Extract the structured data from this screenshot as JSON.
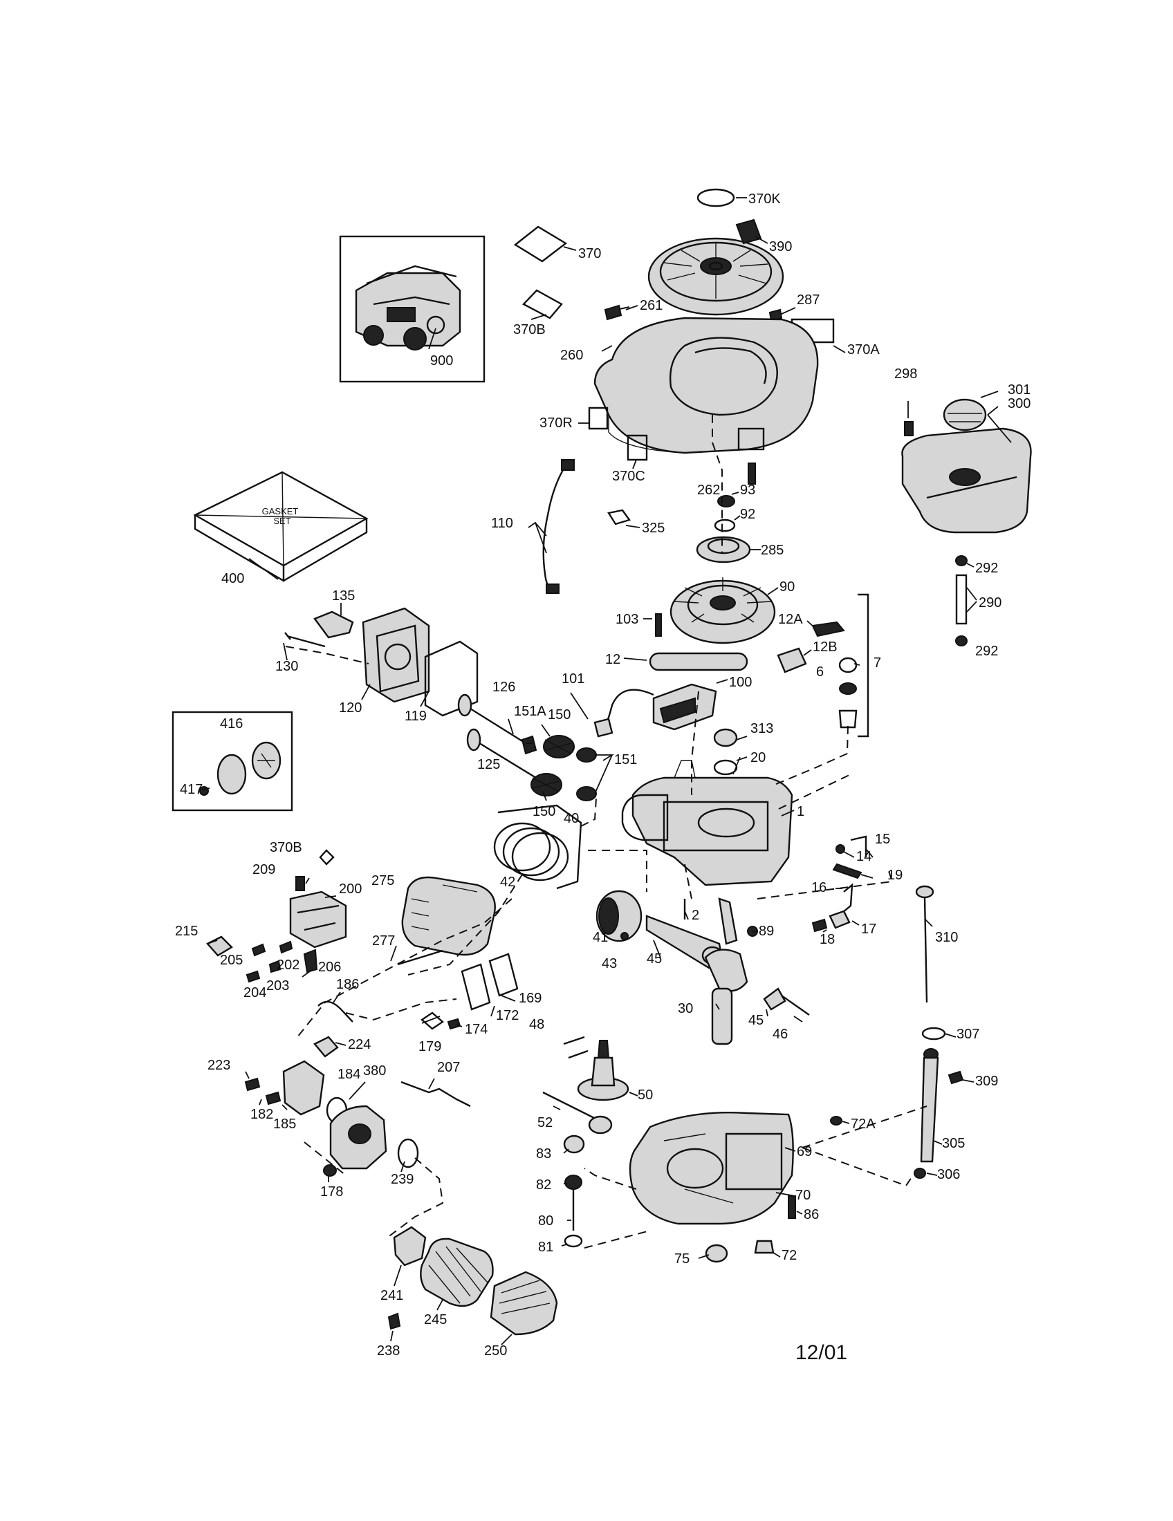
{
  "date_code": "12/01",
  "gasket_set_text": [
    "GASKET",
    "SET"
  ],
  "parts": [
    {
      "label": "370K"
    },
    {
      "label": "370"
    },
    {
      "label": "390"
    },
    {
      "label": "370B"
    },
    {
      "label": "261"
    },
    {
      "label": "287"
    },
    {
      "label": "900"
    },
    {
      "label": "260"
    },
    {
      "label": "370A"
    },
    {
      "label": "298"
    },
    {
      "label": "301"
    },
    {
      "label": "300"
    },
    {
      "label": "370R"
    },
    {
      "label": "370C"
    },
    {
      "label": "262"
    },
    {
      "label": "93"
    },
    {
      "label": "92"
    },
    {
      "label": "110"
    },
    {
      "label": "325"
    },
    {
      "label": "285"
    },
    {
      "label": "400"
    },
    {
      "label": "292"
    },
    {
      "label": "290"
    },
    {
      "label": "135"
    },
    {
      "label": "90"
    },
    {
      "label": "103"
    },
    {
      "label": "12A"
    },
    {
      "label": "12"
    },
    {
      "label": "12B"
    },
    {
      "label": "7"
    },
    {
      "label": "130"
    },
    {
      "label": "101"
    },
    {
      "label": "6"
    },
    {
      "label": "100"
    },
    {
      "label": "126"
    },
    {
      "label": "120"
    },
    {
      "label": "119"
    },
    {
      "label": "151A"
    },
    {
      "label": "150"
    },
    {
      "label": "416"
    },
    {
      "label": "313"
    },
    {
      "label": "20"
    },
    {
      "label": "125"
    },
    {
      "label": "151"
    },
    {
      "label": "417"
    },
    {
      "label": "150"
    },
    {
      "label": "40"
    },
    {
      "label": "1"
    },
    {
      "label": "15"
    },
    {
      "label": "370B"
    },
    {
      "label": "14"
    },
    {
      "label": "209"
    },
    {
      "label": "275"
    },
    {
      "label": "42"
    },
    {
      "label": "19"
    },
    {
      "label": "200"
    },
    {
      "label": "16"
    },
    {
      "label": "2"
    },
    {
      "label": "310"
    },
    {
      "label": "215"
    },
    {
      "label": "41"
    },
    {
      "label": "89"
    },
    {
      "label": "17"
    },
    {
      "label": "277"
    },
    {
      "label": "18"
    },
    {
      "label": "205"
    },
    {
      "label": "202"
    },
    {
      "label": "206"
    },
    {
      "label": "43"
    },
    {
      "label": "45"
    },
    {
      "label": "204"
    },
    {
      "label": "203"
    },
    {
      "label": "186"
    },
    {
      "label": "169"
    },
    {
      "label": "30"
    },
    {
      "label": "45"
    },
    {
      "label": "172"
    },
    {
      "label": "46"
    },
    {
      "label": "307"
    },
    {
      "label": "224"
    },
    {
      "label": "48"
    },
    {
      "label": "179"
    },
    {
      "label": "174"
    },
    {
      "label": "223"
    },
    {
      "label": "184"
    },
    {
      "label": "380"
    },
    {
      "label": "207"
    },
    {
      "label": "309"
    },
    {
      "label": "50"
    },
    {
      "label": "182"
    },
    {
      "label": "185"
    },
    {
      "label": "52"
    },
    {
      "label": "72A"
    },
    {
      "label": "305"
    },
    {
      "label": "69"
    },
    {
      "label": "83"
    },
    {
      "label": "178"
    },
    {
      "label": "239"
    },
    {
      "label": "306"
    },
    {
      "label": "82"
    },
    {
      "label": "70"
    },
    {
      "label": "80"
    },
    {
      "label": "86"
    },
    {
      "label": "81"
    },
    {
      "label": "75"
    },
    {
      "label": "72"
    },
    {
      "label": "241"
    },
    {
      "label": "245"
    },
    {
      "label": "238"
    },
    {
      "label": "250"
    }
  ]
}
